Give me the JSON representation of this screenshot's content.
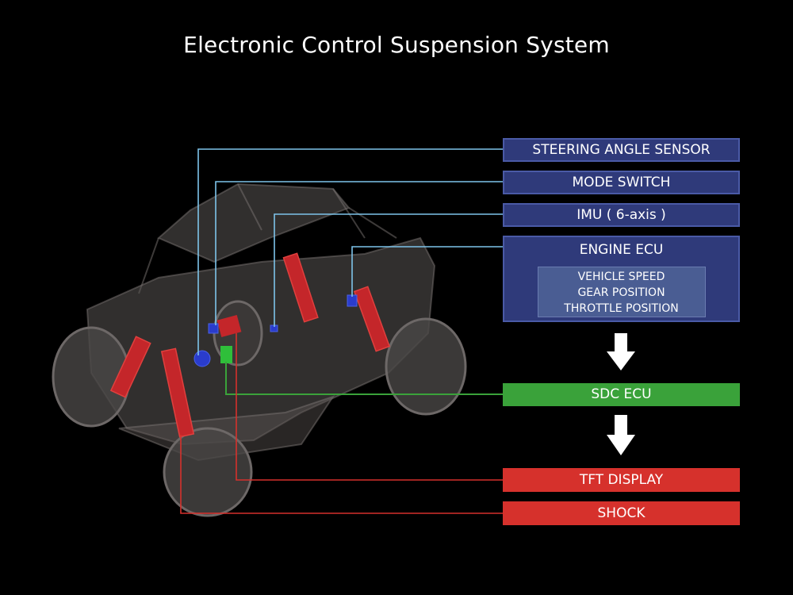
{
  "title": "Electronic Control Suspension System",
  "inputs": [
    {
      "label": "STEERING ANGLE SENSOR"
    },
    {
      "label": "MODE SWITCH"
    },
    {
      "label": "IMU ( 6-axis )"
    }
  ],
  "engine_ecu": {
    "label": "ENGINE ECU",
    "signals": [
      "VEHICLE SPEED",
      "GEAR POSITION",
      "THROTTLE POSITION"
    ]
  },
  "controller": {
    "label": "SDC ECU"
  },
  "outputs": [
    {
      "label": "TFT DISPLAY"
    },
    {
      "label": "SHOCK"
    }
  ],
  "colors": {
    "sensor_box": "#2f3a7a",
    "controller_box": "#3aa23a",
    "output_box": "#d6312c",
    "sensor_line": "#7ec4ea",
    "controller_line": "#3aa23a",
    "output_line": "#d6312c",
    "arrow": "#ffffff"
  }
}
